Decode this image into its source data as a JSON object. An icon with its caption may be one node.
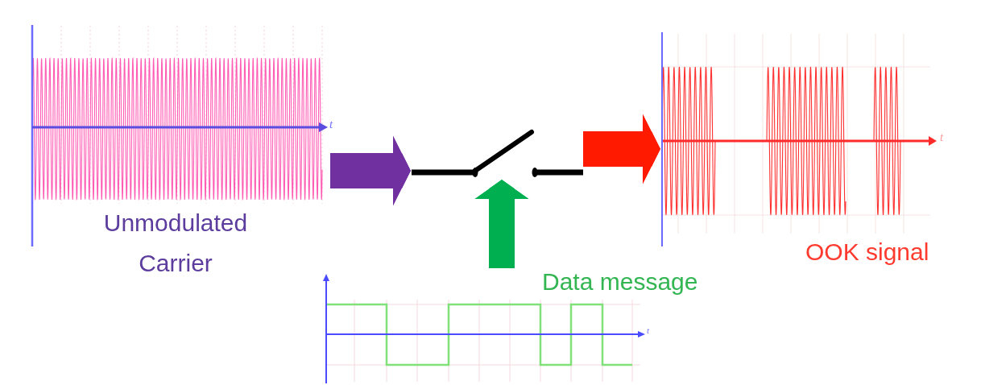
{
  "diagram": {
    "nodes": [
      {
        "text": [
          "Unmodulated Carrier"
        ]
      },
      {
        "text": [],
        "shape": "picture"
      },
      {
        "text": [
          "OOK signal"
        ]
      },
      {
        "text": [
          "Data message"
        ]
      }
    ],
    "edges": [
      {
        "from": 0,
        "to": 1,
        "arrow": "to",
        "color": "#7030a0"
      },
      {
        "from": 1,
        "to": 2,
        "arrow": "to",
        "color": "#ff1a00"
      },
      {
        "from": 3,
        "to": 1,
        "arrow": "to",
        "color": "#00b050"
      }
    ],
    "labels": [
      "t",
      "t",
      "t"
    ]
  }
}
